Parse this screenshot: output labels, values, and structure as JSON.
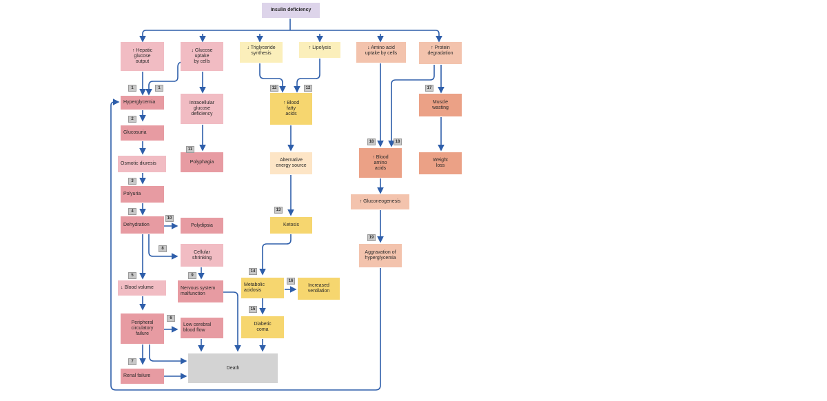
{
  "colors": {
    "arrow": "#2e5eaa",
    "purple": "#ddd4ea",
    "pink": "#f1bcc3",
    "red": "#e79ba2",
    "yellow_light": "#fbefbb",
    "yellow": "#f6d66f",
    "cream": "#fde5c6",
    "salmon_light": "#f3c3ad",
    "salmon": "#eba186",
    "gray": "#d3d3d3"
  },
  "nodes": {
    "insulin_deficiency": "Insulin deficiency",
    "hepatic_glucose_output": "↑ Hepatic\nglucose\noutput",
    "glucose_uptake": "↓ Glucose\nuptake\nby cells",
    "triglyceride_synthesis": "↓ Triglyceride\nsynthesis",
    "lipolysis": "↑ Lipolysis",
    "amino_acid_uptake": "↓ Amino acid\nuptake by cells",
    "protein_degradation": "↑ Protein\ndegradation",
    "hyperglycemia": "Hyperglycemia",
    "intracellular_glucose_deficiency": "Intracellular\nglucose\ndeficiency",
    "blood_fatty_acids": "↑ Blood\nfatty\nacids",
    "muscle_wasting": "Muscle\nwasting",
    "glucosuria": "Glucosuria",
    "osmotic_diuresis": "Osmotic diuresis",
    "polyphagia": "Polyphagia",
    "alternative_energy_source": "Alternative\nenergy source",
    "blood_amino_acids": "↑ Blood\namino\nacids",
    "weight_loss": "Weight\nloss",
    "polyuria": "Polyuria",
    "gluconeogenesis": "↑ Gluconeogenesis",
    "dehydration": "Dehydration",
    "polydipsia": "Polydipsia",
    "ketosis": "Ketosis",
    "cellular_shrinking": "Cellular\nshrinking",
    "aggravation_hyperglycemia": "Aggravation of\nhyperglycemia",
    "blood_volume": "↓ Blood volume",
    "nervous_system_malfunction": "Nervous system\nmalfunction",
    "metabolic_acidosis": "Metabolic\nacidosis",
    "increased_ventilation": "Increased\nventilation",
    "peripheral_circulatory_failure": "Peripheral\ncirculatory\nfailure",
    "low_cerebral_blood_flow": "Low cerebral\nblood flow",
    "diabetic_coma": "Diabetic\ncoma",
    "death": "Death",
    "renal_failure": "Renal failure"
  },
  "steps": {
    "s1a": "1",
    "s1b": "1",
    "s2": "2",
    "s3": "3",
    "s4": "4",
    "s5": "5",
    "s6": "6",
    "s7": "7",
    "s8": "8",
    "s9": "9",
    "s10": "10",
    "s11": "11",
    "s12a": "12",
    "s12b": "12",
    "s13": "13",
    "s14": "14",
    "s15": "15",
    "s16": "16",
    "s17": "17",
    "s18a": "18",
    "s18b": "18",
    "s19": "19"
  }
}
